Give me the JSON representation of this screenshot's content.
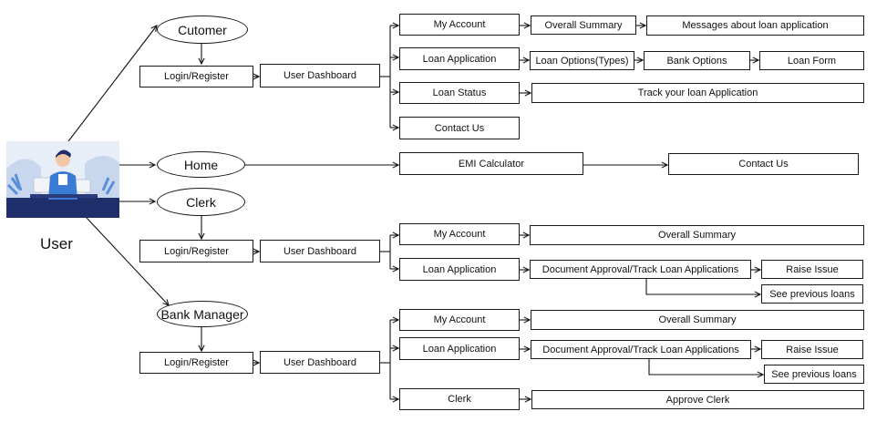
{
  "user": {
    "label": "User"
  },
  "roles": {
    "customer": "Cutomer",
    "home": "Home",
    "clerk": "Clerk",
    "bank_manager": "Bank Manager"
  },
  "customer": {
    "login": "Login/Register",
    "dashboard": "User Dashboard",
    "my_account": "My Account",
    "overall_summary": "Overall Summary",
    "messages": "Messages about loan application",
    "loan_application": "Loan Application",
    "loan_options": "Loan Options(Types)",
    "bank_options": "Bank Options",
    "loan_form": "Loan Form",
    "loan_status": "Loan Status",
    "track": "Track your loan Application",
    "contact_us": "Contact Us"
  },
  "home": {
    "emi": "EMI Calculator",
    "contact_us": "Contact Us"
  },
  "clerk": {
    "login": "Login/Register",
    "dashboard": "User Dashboard",
    "my_account": "My Account",
    "overall_summary": "Overall Summary",
    "loan_application": "Loan Application",
    "doc_approval": "Document Approval/Track Loan Applications",
    "raise_issue": "Raise Issue",
    "previous_loans": "See previous loans"
  },
  "manager": {
    "login": "Login/Register",
    "dashboard": "User Dashboard",
    "my_account": "My Account",
    "overall_summary": "Overall Summary",
    "loan_application": "Loan Application",
    "doc_approval": "Document Approval/Track Loan Applications",
    "raise_issue": "Raise Issue",
    "previous_loans": "See previous loans",
    "clerk": "Clerk",
    "approve_clerk": "Approve Clerk"
  }
}
